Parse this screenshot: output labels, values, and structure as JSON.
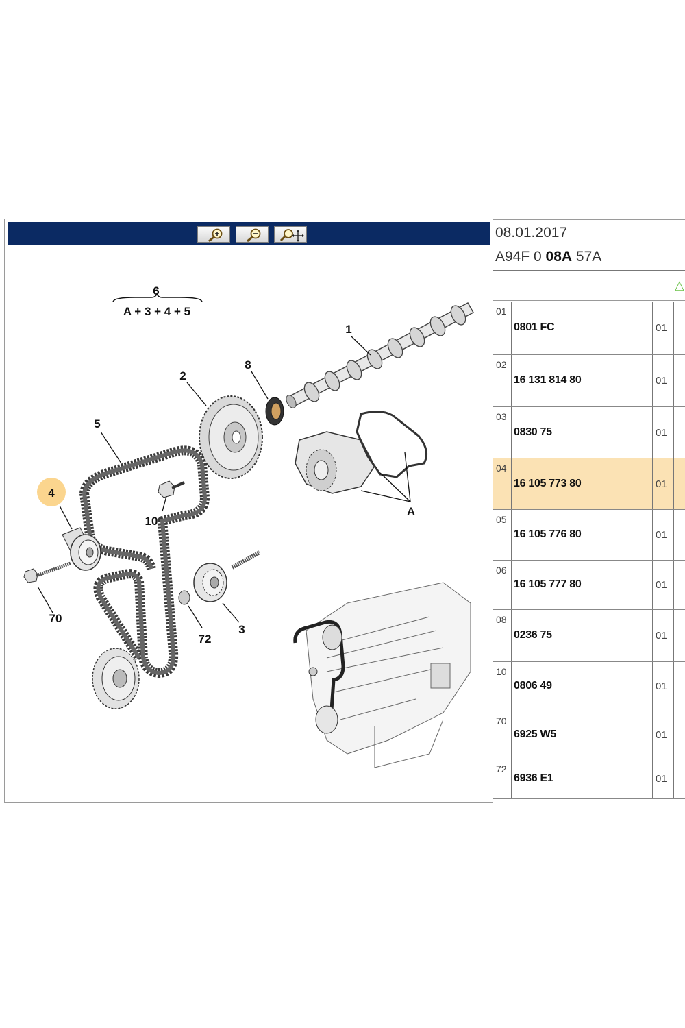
{
  "toolbar": {
    "buttons": [
      {
        "name": "zoom-in-button",
        "icon": "zoom-in-icon"
      },
      {
        "name": "zoom-out-button",
        "icon": "zoom-out-icon"
      },
      {
        "name": "zoom-pan-button",
        "icon": "zoom-move-icon"
      }
    ]
  },
  "diagram": {
    "assembly_number": "6",
    "assembly_formula": "A + 3 + 4 + 5",
    "callouts": {
      "c1": "1",
      "c2": "2",
      "c3": "3",
      "c4": "4",
      "c5": "5",
      "c8": "8",
      "c10": "10",
      "c70": "70",
      "c72": "72",
      "cA": "A"
    },
    "highlighted_callout": "4",
    "highlight_color": "#fbd58e"
  },
  "header": {
    "date": "08.01.2017",
    "code_prefix": "A94F 0 ",
    "code_bold": "08A",
    "code_suffix": " 57A"
  },
  "parts": [
    {
      "index": "01",
      "part_number": "0801 FC",
      "qty": "01",
      "selected": false
    },
    {
      "index": "02",
      "part_number": "16 131 814 80",
      "qty": "01",
      "selected": false
    },
    {
      "index": "03",
      "part_number": "0830 75",
      "qty": "01",
      "selected": false
    },
    {
      "index": "04",
      "part_number": "16 105 773 80",
      "qty": "01",
      "selected": true
    },
    {
      "index": "05",
      "part_number": "16 105 776 80",
      "qty": "01",
      "selected": false
    },
    {
      "index": "06",
      "part_number": "16 105 777 80",
      "qty": "01",
      "selected": false
    },
    {
      "index": "08",
      "part_number": "0236 75",
      "qty": "01",
      "selected": false
    },
    {
      "index": "10",
      "part_number": "0806 49",
      "qty": "01",
      "selected": false
    },
    {
      "index": "70",
      "part_number": "6925 W5",
      "qty": "01",
      "selected": false
    },
    {
      "index": "72",
      "part_number": "6936 E1",
      "qty": "01",
      "selected": false
    }
  ],
  "colors": {
    "toolbar_bg": "#0b2a63",
    "selected_row_bg": "#fbe2b4"
  }
}
